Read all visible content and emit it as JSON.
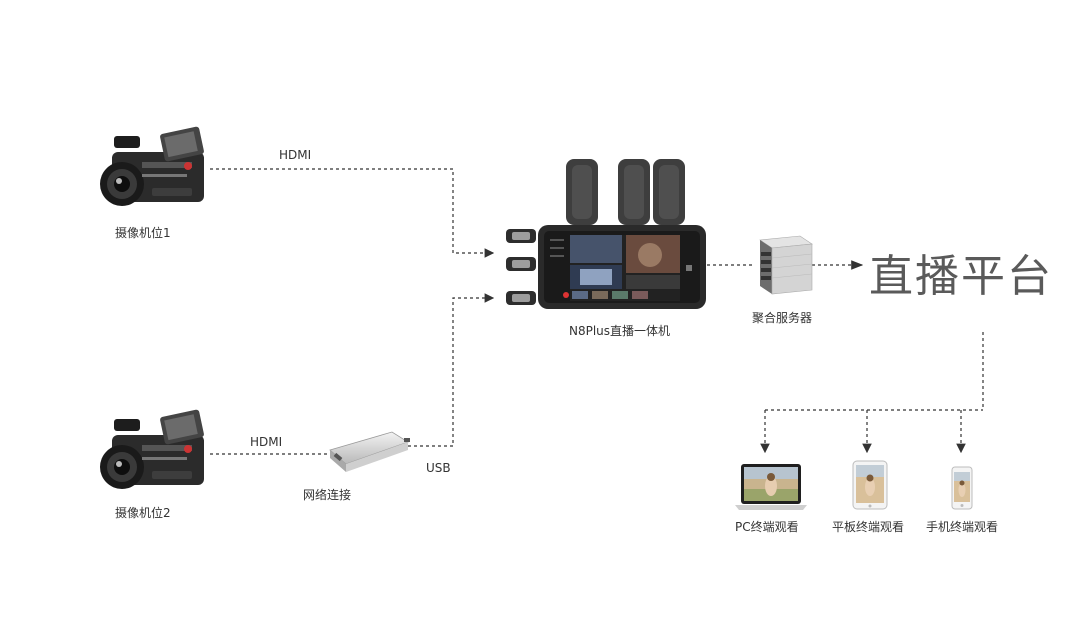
{
  "labels": {
    "camera1": "摄像机位1",
    "camera2": "摄像机位2",
    "hdmi_top": "HDMI",
    "hdmi_bottom": "HDMI",
    "usb": "USB",
    "network": "网络连接",
    "device": "N8Plus直播一体机",
    "server": "聚合服务器",
    "platform": "直播平台",
    "pc": "PC终端观看",
    "tablet": "平板终端观看",
    "phone": "手机终端观看"
  },
  "icons": {
    "camera1": "video-camera-icon",
    "camera2": "video-camera-icon",
    "capture": "capture-card-icon",
    "device": "streaming-device-icon",
    "server": "server-rack-icon",
    "pc": "laptop-icon",
    "tablet": "tablet-icon",
    "phone": "smartphone-icon"
  },
  "colors": {
    "line": "#333333",
    "text": "#333333",
    "platform_text": "#5a5a5a"
  }
}
